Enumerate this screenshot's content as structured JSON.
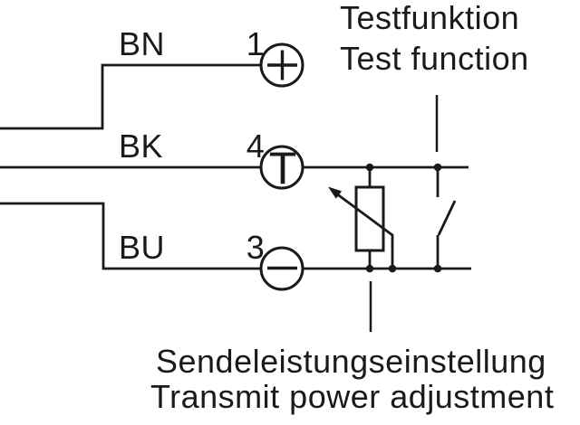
{
  "diagram": {
    "type": "sensor-wiring-diagram",
    "colors": {
      "line": "#1a1a1a",
      "background": "#ffffff"
    },
    "wires": [
      {
        "color_code": "BN",
        "pin": "1",
        "terminal_symbol": "+",
        "terminal_icon": "plus-in-circle"
      },
      {
        "color_code": "BK",
        "pin": "4",
        "terminal_symbol": "T",
        "terminal_icon": "t-in-circle"
      },
      {
        "color_code": "BU",
        "pin": "3",
        "terminal_symbol": "−",
        "terminal_icon": "minus-in-circle"
      }
    ],
    "annotations": {
      "test_function": {
        "de": "Testfunktion",
        "en": "Test function"
      },
      "transmit_power": {
        "de": "Sendeleistungseinstellung",
        "en": "Transmit power adjustment"
      }
    },
    "symbols": [
      "potentiometer",
      "test-switch-normally-open"
    ]
  }
}
